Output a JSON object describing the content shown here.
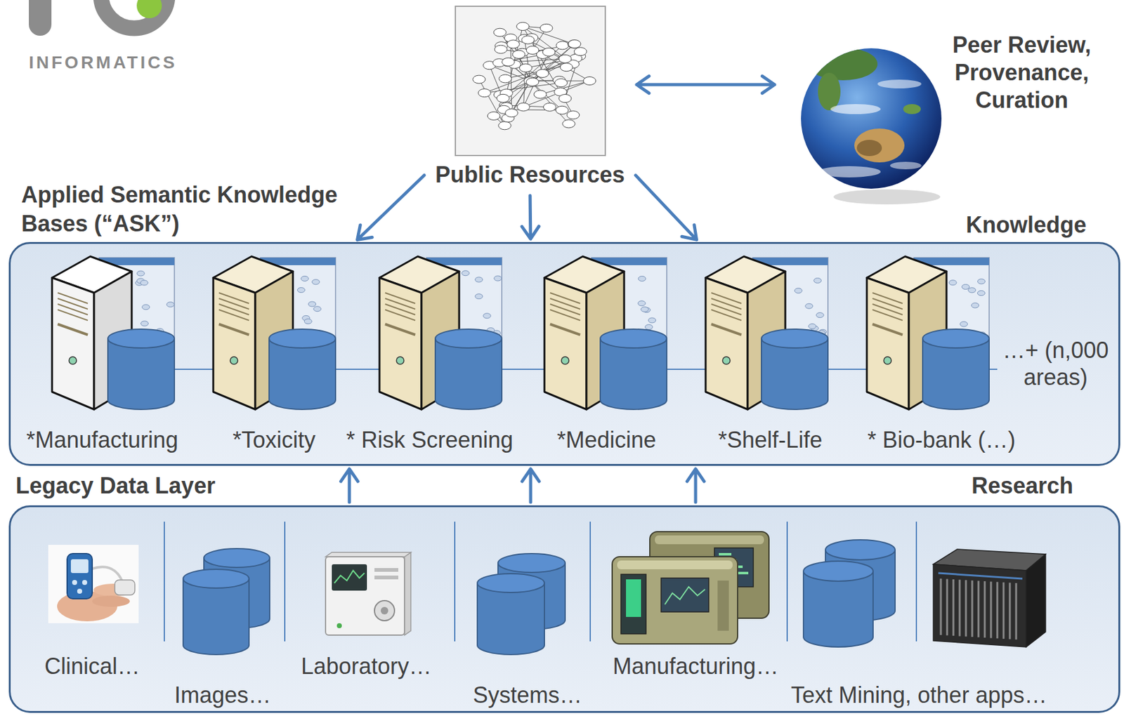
{
  "diagram": {
    "nodes": [
      {
        "text": [
          "Public Resources"
        ]
      },
      {
        "text": [
          "Peer Review, Provenance, Curation"
        ]
      },
      {
        "text": [
          "Applied Semantic Knowledge Bases (“ASK”)",
          "Knowledge"
        ]
      },
      {
        "text": [
          "*Manufacturing"
        ],
        "in": 2
      },
      {
        "text": [
          "*Toxicity"
        ],
        "in": 2
      },
      {
        "text": [
          "* Risk Screening"
        ],
        "in": 2
      },
      {
        "text": [
          "*Medicine"
        ],
        "in": 2
      },
      {
        "text": [
          "*Shelf-Life"
        ],
        "in": 2
      },
      {
        "text": [
          "* Bio-bank (…)"
        ],
        "in": 2
      },
      {
        "text": [
          "Legacy Data Layer",
          "Research"
        ]
      },
      {
        "text": [
          "Clinical…"
        ],
        "in": 9
      },
      {
        "text": [
          "Images…"
        ],
        "in": 9
      },
      {
        "text": [
          "Laboratory…"
        ],
        "in": 9
      },
      {
        "text": [
          "Systems…"
        ],
        "in": 9
      },
      {
        "text": [
          "Manufacturing…"
        ],
        "in": 9
      },
      {
        "text": [
          "Text Mining, other apps…"
        ],
        "in": 9
      }
    ],
    "edges": [
      {
        "from": 0,
        "to": 1,
        "arrow": "both"
      },
      {
        "from": 0,
        "to": 2,
        "arrow": "to"
      },
      {
        "from": 0,
        "to": 2,
        "arrow": "to"
      },
      {
        "from": 0,
        "to": 2,
        "arrow": "to"
      },
      {
        "from": 9,
        "to": 2,
        "arrow": "to"
      },
      {
        "from": 9,
        "to": 2,
        "arrow": "to"
      },
      {
        "from": 9,
        "to": 2,
        "arrow": "to"
      }
    ],
    "labels": [
      "INFORMATICS",
      "…+ (n,000 areas)"
    ]
  }
}
